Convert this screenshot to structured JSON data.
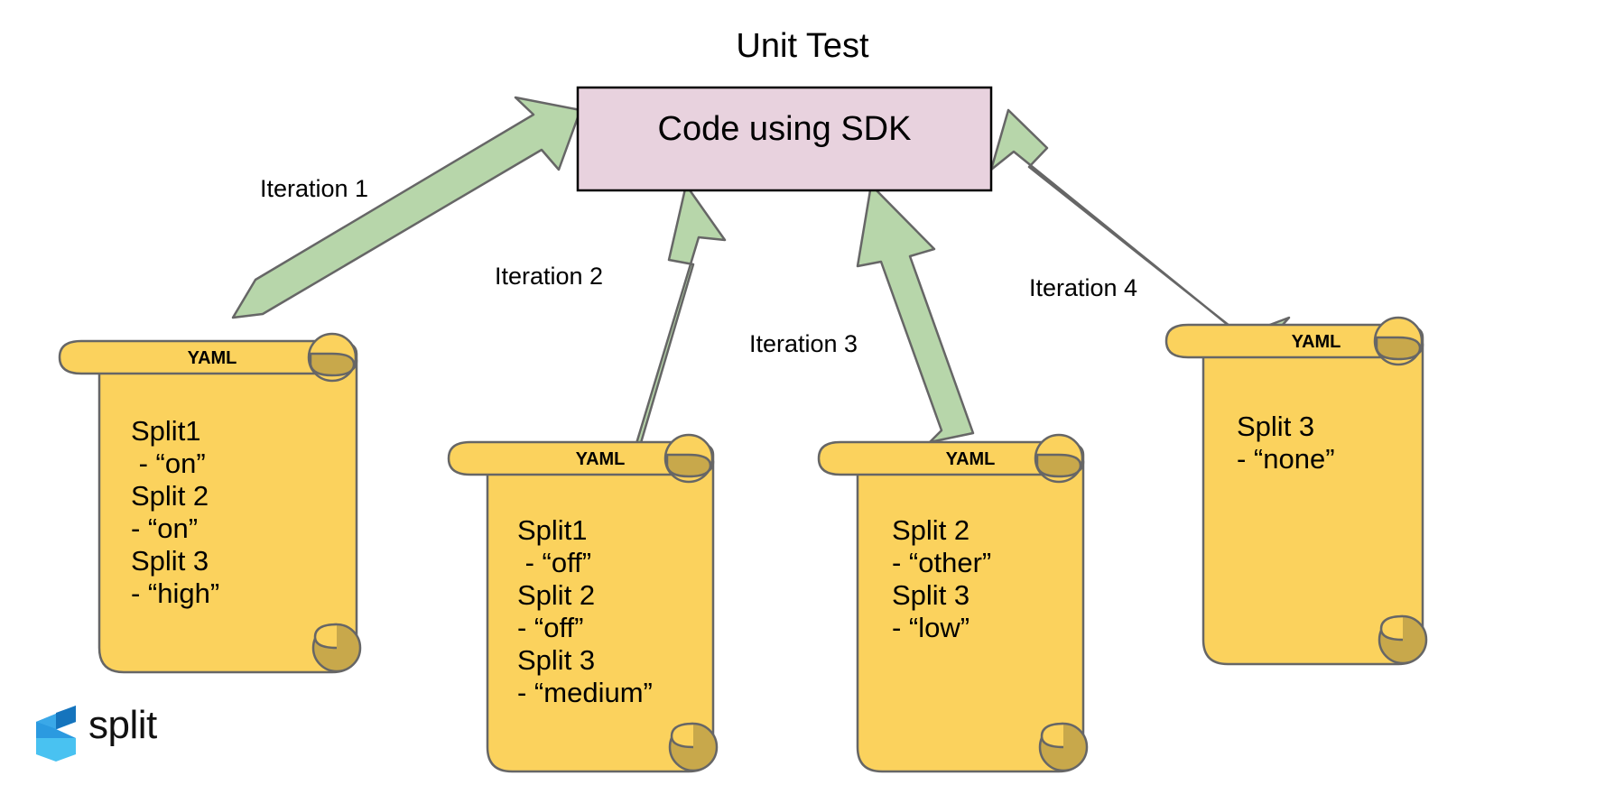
{
  "title": "Unit Test",
  "colors": {
    "arrow_fill": "#b7d6aa",
    "arrow_stroke": "#666666",
    "sdk_fill": "#e8d2de",
    "sdk_stroke": "#000000",
    "scroll_fill": "#fbd25d",
    "scroll_roll": "#c8a84b",
    "scroll_stroke": "#666666",
    "logo_blue_dark": "#1e88d8",
    "logo_blue_light": "#49c2f1",
    "text": "#000000",
    "background": "#ffffff"
  },
  "sdk_box": {
    "label": "Code using SDK"
  },
  "arrows": [
    {
      "label": "Iteration 1",
      "direction": "up-right",
      "source": "yaml-1",
      "target": "sdk-box"
    },
    {
      "label": "Iteration 2",
      "direction": "up-right",
      "source": "yaml-2",
      "target": "sdk-box"
    },
    {
      "label": "Iteration 3",
      "direction": "up-right",
      "source": "yaml-3",
      "target": "sdk-box"
    },
    {
      "label": "Iteration 4",
      "direction": "up-left",
      "source": "yaml-4",
      "target": "sdk-box"
    }
  ],
  "scrolls": [
    {
      "id": "yaml-1",
      "header": "YAML",
      "lines": [
        "Split1",
        " - “on”",
        "Split 2",
        "- “on”",
        "Split 3",
        "- “high”"
      ],
      "entries": [
        {
          "split": "Split1",
          "value": "on"
        },
        {
          "split": "Split 2",
          "value": "on"
        },
        {
          "split": "Split 3",
          "value": "high"
        }
      ]
    },
    {
      "id": "yaml-2",
      "header": "YAML",
      "lines": [
        "Split1",
        " - “off”",
        "Split 2",
        "- “off”",
        "Split 3",
        "- “medium”"
      ],
      "entries": [
        {
          "split": "Split1",
          "value": "off"
        },
        {
          "split": "Split 2",
          "value": "off"
        },
        {
          "split": "Split 3",
          "value": "medium"
        }
      ]
    },
    {
      "id": "yaml-3",
      "header": "YAML",
      "lines": [
        "Split 2",
        "- “other”",
        "Split 3",
        "- “low”"
      ],
      "entries": [
        {
          "split": "Split 2",
          "value": "other"
        },
        {
          "split": "Split 3",
          "value": "low"
        }
      ]
    },
    {
      "id": "yaml-4",
      "header": "YAML",
      "lines": [
        "Split 3",
        "- “none”"
      ],
      "entries": [
        {
          "split": "Split 3",
          "value": "none"
        }
      ]
    }
  ],
  "logo": {
    "wordmark": "split",
    "mark": "split-chevron-logo"
  }
}
